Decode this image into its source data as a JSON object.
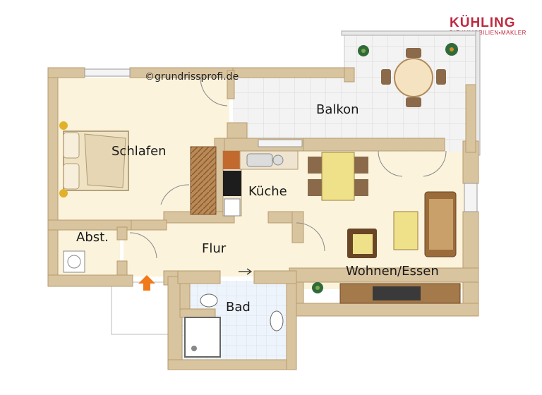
{
  "logo": {
    "brand": "KÜHLING",
    "tagline": "DIE IMMOBILIEN▪MAKLER"
  },
  "copyright": "©grundrissprofi.de",
  "rooms": {
    "balkon": "Balkon",
    "schlafen": "Schlafen",
    "kueche": "Küche",
    "abst": "Abst.",
    "flur": "Flur",
    "wohnen": "Wohnen/Essen",
    "bad": "Bad"
  },
  "colors": {
    "wall": "#d9c4a0",
    "floor": "#fbf3dc",
    "tile": "#f1f1f1",
    "bath_tile": "#eef4fb",
    "wood": "#9b6b3a",
    "cushion": "#efe08a",
    "brand": "#c0283f",
    "entry_arrow": "#f07a1a"
  },
  "icons": {
    "entry": "entry-arrow-icon",
    "plant": "plant-icon"
  }
}
